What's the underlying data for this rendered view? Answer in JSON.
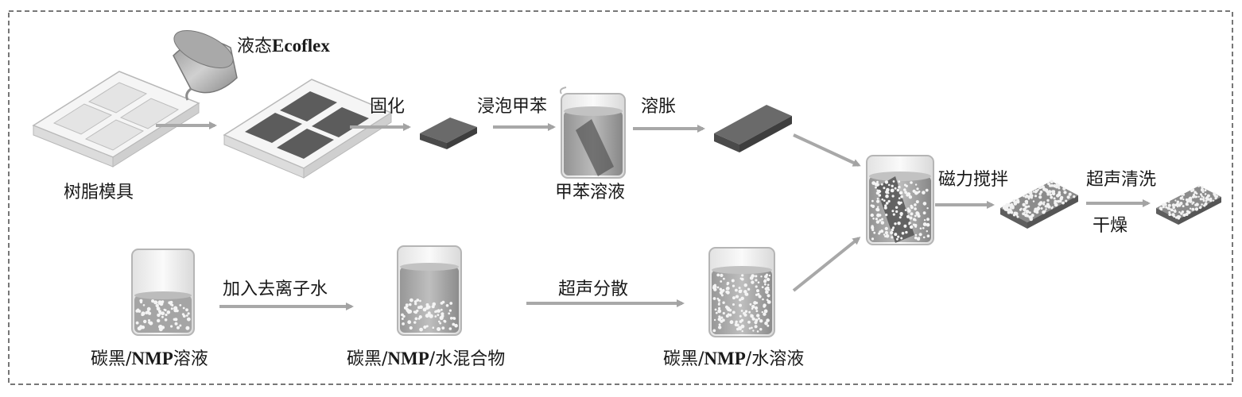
{
  "labels": {
    "liquid_ecoflex_prefix": "液态",
    "liquid_ecoflex_name": "Ecoflex",
    "resin_mold": "树脂模具",
    "cure": "固化",
    "soak_toluene": "浸泡甲苯",
    "swell": "溶胀",
    "toluene_solution": "甲苯溶液",
    "magnetic_stirring": "磁力搅拌",
    "ultrasonic_cleaning": "超声清洗",
    "dry": "干燥",
    "add_deionized_water": "加入去离子水",
    "ultrasonic_dispersion": "超声分散",
    "cb_nmp_solution_a": "碳黑/",
    "cb_nmp_solution_b": "NMP",
    "cb_nmp_solution_c": "溶液",
    "cb_nmp_water_mixture_a": "碳黑/",
    "cb_nmp_water_mixture_b": "NMP",
    "cb_nmp_water_mixture_c": "/水混合物",
    "cb_nmp_water_solution_a": "碳黑/",
    "cb_nmp_water_solution_b": "NMP",
    "cb_nmp_water_solution_c": "/水溶液"
  },
  "colors": {
    "arrow": "#a8a8a8",
    "border": "#777777",
    "mold": "#f2f2f2",
    "ecoflex": "#555555",
    "liquid": "#9a9a9a",
    "glass": "#cfcfcf",
    "particles": "#f4f4f4"
  }
}
